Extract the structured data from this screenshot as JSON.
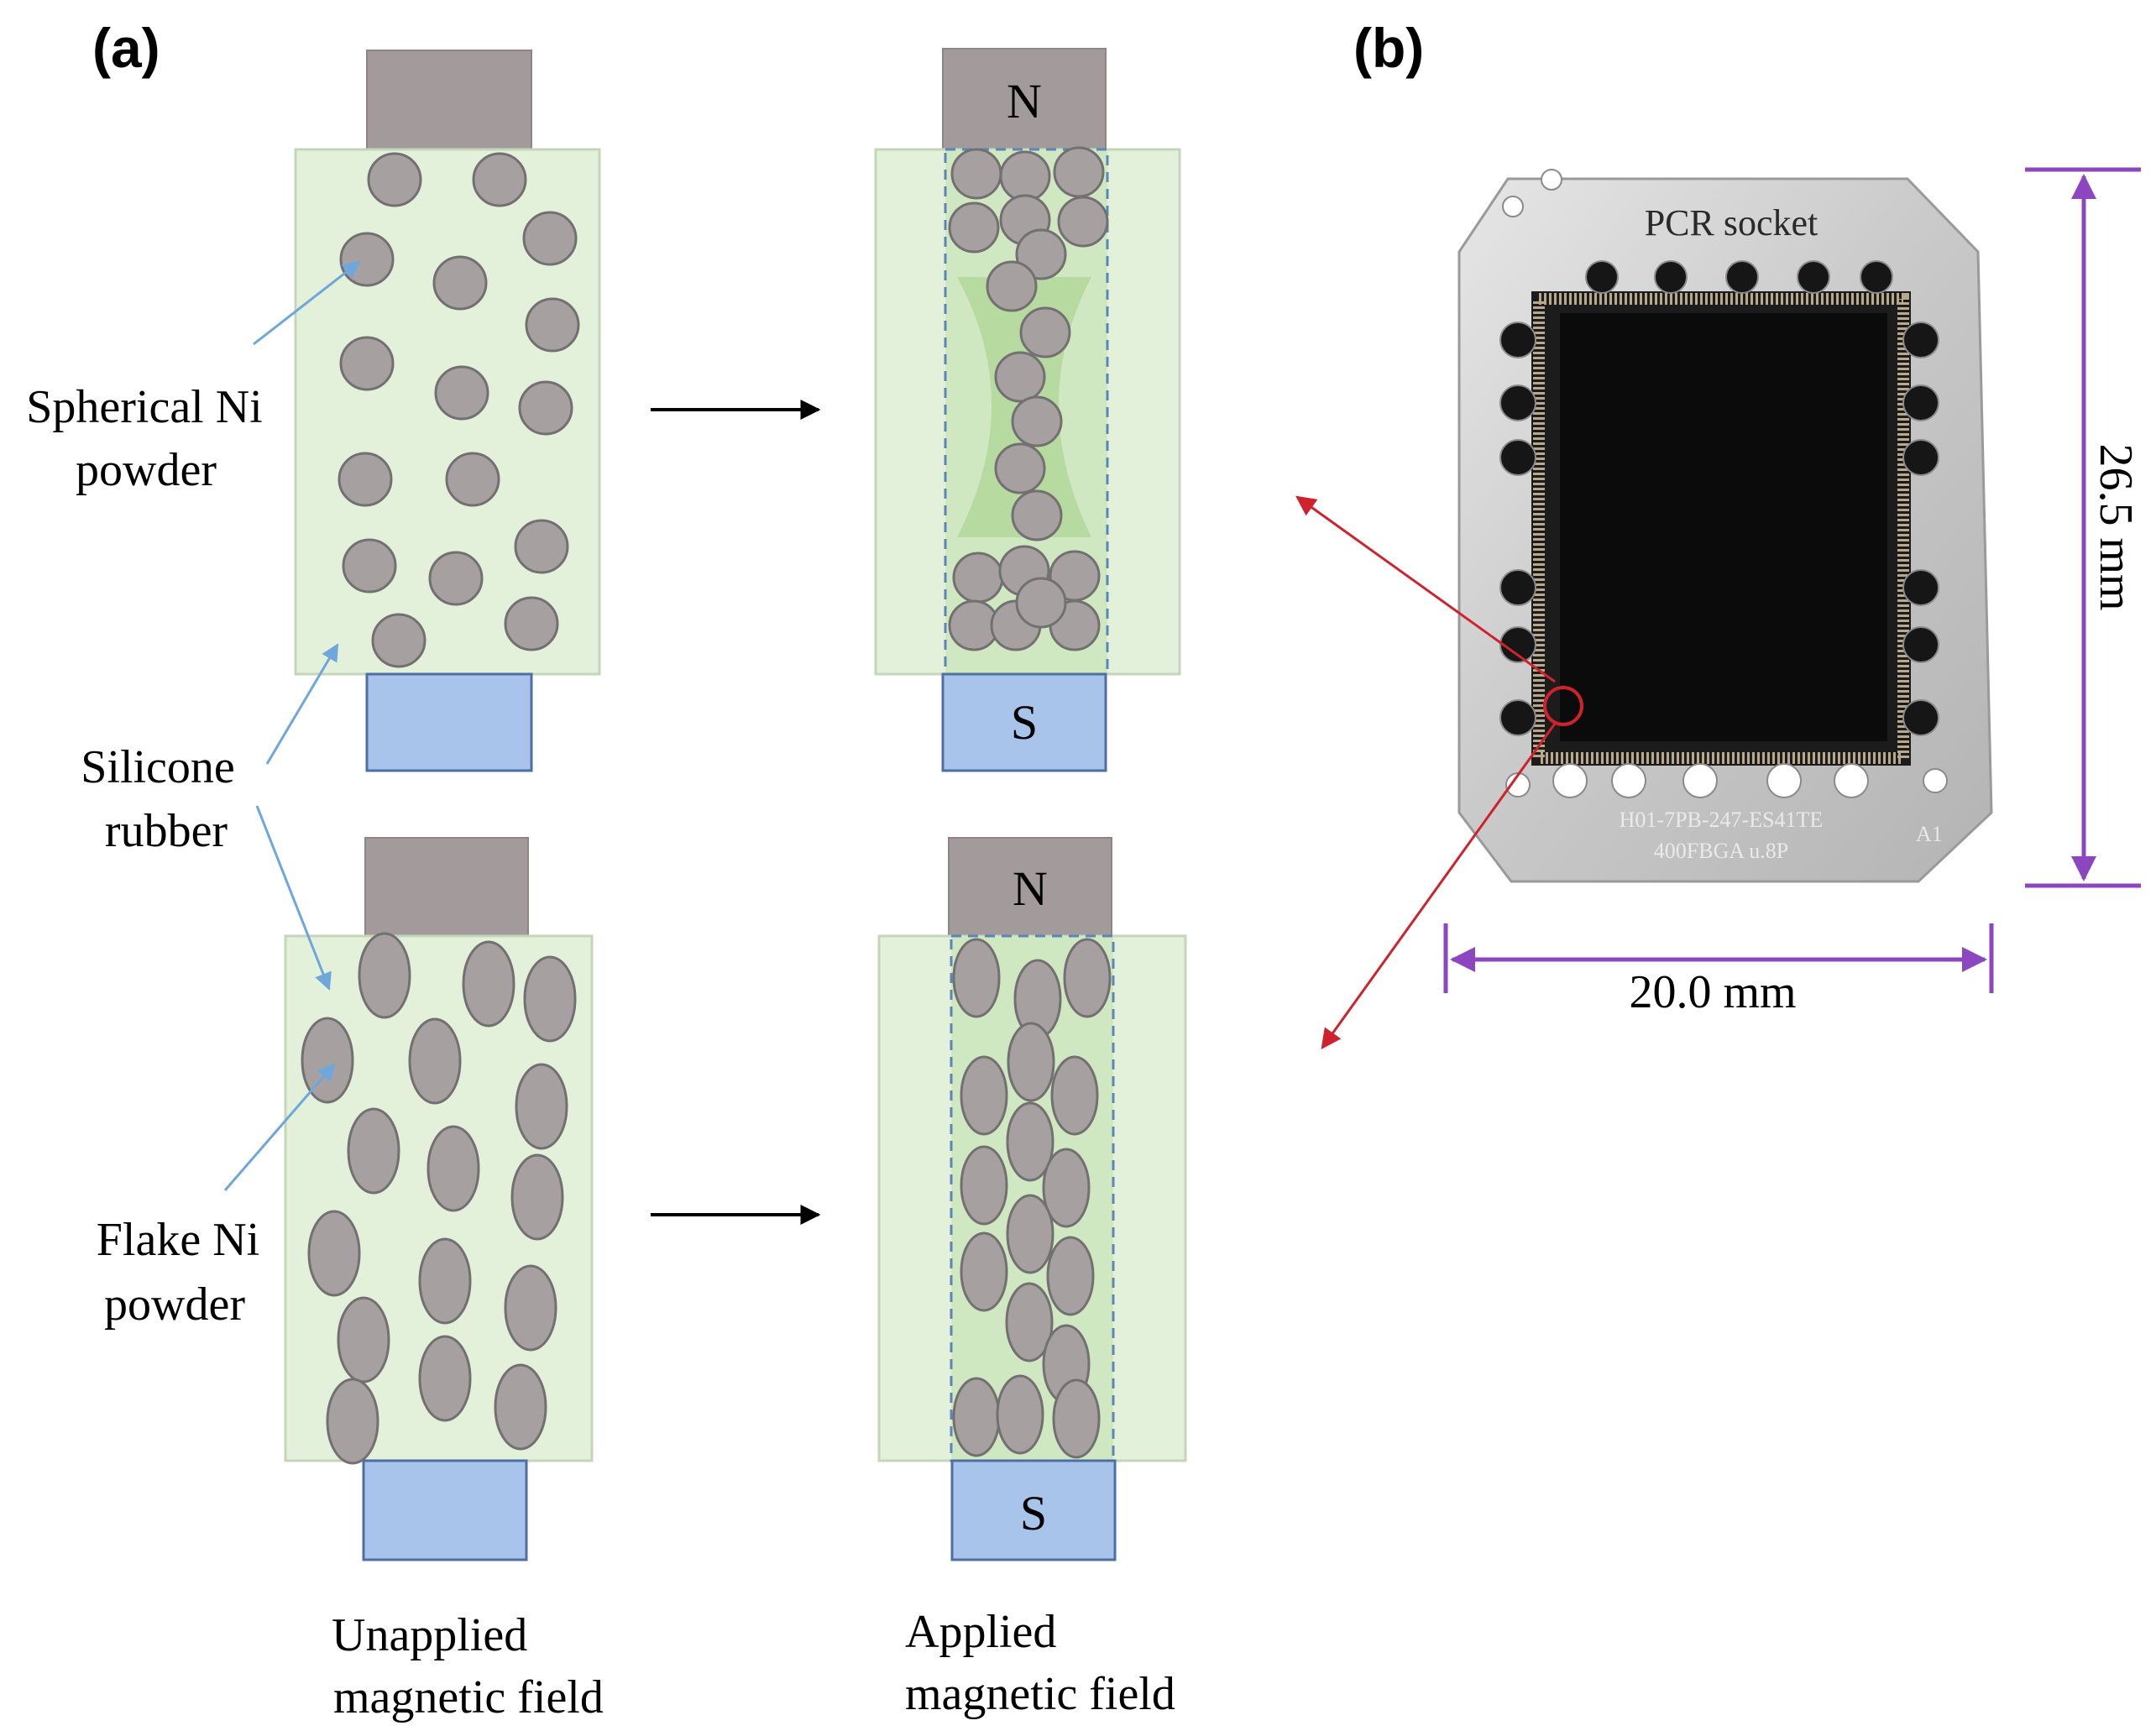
{
  "panels": {
    "a_label": "(a)",
    "b_label": "(b)"
  },
  "magnets": {
    "north": "N",
    "south": "S"
  },
  "annotations": {
    "spherical_line1": "Spherical  Ni",
    "spherical_line2": "powder",
    "silicone_line1": "Silicone",
    "silicone_line2": "rubber",
    "flake_line1": "Flake Ni",
    "flake_line2": "powder"
  },
  "captions": {
    "unapplied_line1": "Unapplied",
    "unapplied_line2": "magnetic  field",
    "applied_line1": "Applied",
    "applied_line2": "magnetic  field"
  },
  "socket": {
    "title": "PCR socket",
    "marking_line1": "H01-7PB-247-ES41TE",
    "marking_line2": "400FBGA u.8P",
    "corner_mark": "A1",
    "width_label": "20.0 mm",
    "height_label": "26.5 mm"
  },
  "colors": {
    "silicone_rubber": "#e3f1da",
    "aligned_channel": "#cfe8c1",
    "particle_fill": "#a6a1a0",
    "north_magnet": "#a39b9b",
    "south_magnet": "#a9c4ea",
    "leader_line": "#6fa7dc",
    "pointer_red": "#d0222c",
    "dimension_purple": "#8b46c0",
    "socket_die": "#0b0b0c",
    "socket_frame": "#c9c9c9"
  }
}
